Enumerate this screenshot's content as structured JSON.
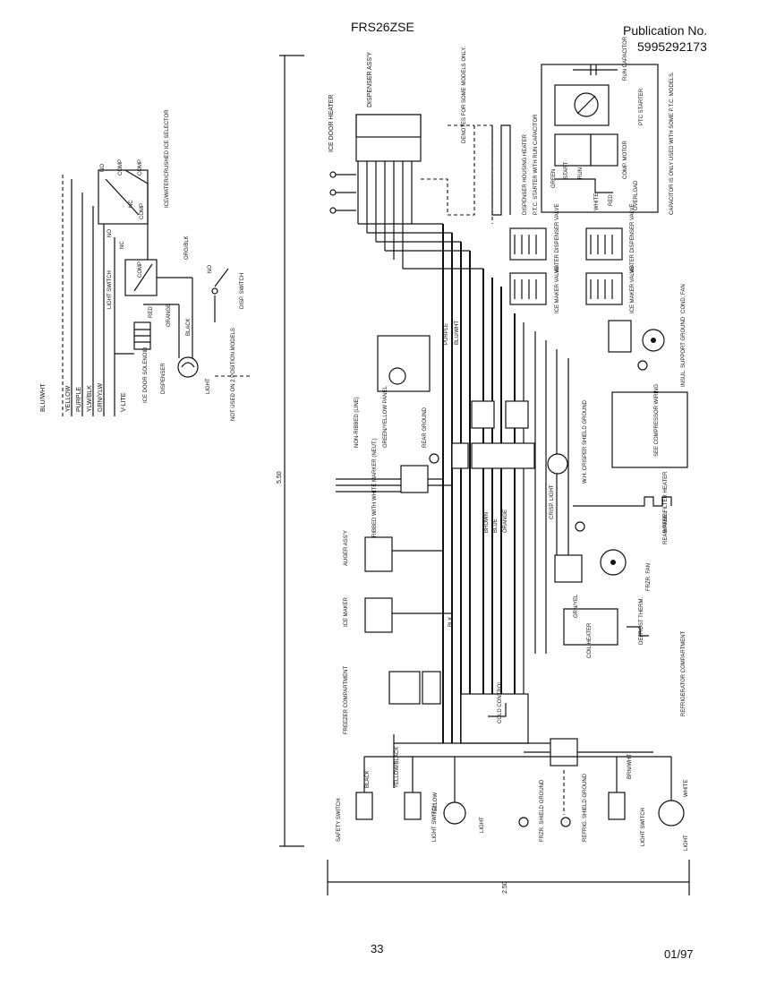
{
  "header": {
    "model": "FRS26ZSE",
    "publication_label": "Publication No.",
    "publication_number": "5995292173"
  },
  "footer": {
    "page": "33",
    "date": "01/97"
  },
  "dimensions": {
    "height": "5.50",
    "width": "2.50"
  },
  "left_diagram": {
    "wires": [
      "BLU/WHT",
      "YELLOW",
      "PURPLE",
      "YLW/BLK",
      "GRN/YLW",
      "V-LITE"
    ],
    "labels": {
      "comp1": "COMP",
      "comp2": "COMP",
      "comp3": "COMP",
      "comp4": "COMP",
      "nc1": "NC",
      "nc2": "NC",
      "no1": "NO",
      "no2": "NO",
      "no3": "NO",
      "selector": "ICE/WATER/CRUSHED ICE SELECTOR",
      "light_switch": "LIGHT SWITCH",
      "org_blk": "ORG/BLK",
      "red": "RED",
      "orange": "ORANGE",
      "black": "BLACK",
      "ice_door_solenoid": "ICE DOOR SOLENOID",
      "dispenser": "DISPENSER",
      "light": "LIGHT",
      "disp_switch": "DISP. SWITCH",
      "note": "NOT USED ON 2 POSITION MODELS"
    }
  },
  "labels": {
    "ice_door_heater": "ICE DOOR HEATER",
    "dispenser_assy": "DISPENSER ASS'Y",
    "some_models": "DENOTES FOR SOME MODELS ONLY.",
    "dispenser_housing_heater": "DISPENSER HOUSING HEATER",
    "ptc_starter": "P.T.C. STARTER WITH RUN CAPACITOR",
    "ptc_starter_short": "PTC STARTER",
    "run_capacitor": "RUN CAPACITOR",
    "start": "START",
    "run": "RUN",
    "comp_motor": "COMP. MOTOR",
    "overload": "OVERLOAD",
    "green": "GREEN",
    "white": "WHITE",
    "red": "RED",
    "capacitor_note": "CAPACITOR IS ONLY USED WITH SOME P.T.C. MODELS.",
    "water_dispenser_valve": "WATER DISPENSER VALVE",
    "water_dispenser_valve_2": "WATER DISPENSER VALVE",
    "ice_maker_valve": "ICE MAKER VALVE",
    "ice_maker_valve_2": "ICE MAKER VALVE",
    "cond_fan": "COND. FAN",
    "insul_support_ground": "INSUL. SUPPORT GROUND",
    "see_compressor_wiring": "SEE COMPRESSOR WIRING",
    "water_filter_heater": "WATER FILTER HEATER",
    "rear_panel": "REAR PANEL",
    "frzr_fan": "FRZR. FAN",
    "defrost_thermo": "DEFROST THERM.",
    "coil_heater": "COIL HEATER",
    "refrigerator_compartment": "REFRIGERATOR COMPARTMENT",
    "freezer_compartment": "FREEZER COMPARTMENT",
    "cold_control": "COLD CONTROL",
    "auger_assy": "AUGER ASS'Y",
    "ice_maker": "ICE MAKER",
    "ribbed_white_marker": "RIBBED WITH WHITE MARKER (NEUT.)",
    "non_ribbed": "NON-RIBBED (LINE)",
    "green_yellow_panel": "GREEN/YELLOW PANEL",
    "rear_ground": "REAR GROUND",
    "crisp_light": "CRISP. LIGHT",
    "white_cross_shield_ground": "W.H. CRISPER SHIELD GROUND",
    "brown": "BROWN",
    "blue": "BLUE",
    "orange": "ORANGE",
    "purple": "PURPLE",
    "blu_wht": "BLU/WHT",
    "yellow_black": "YELLOW/BLACK",
    "safety_switch": "SAFETY SWITCH",
    "black": "BLACK",
    "light_switch": "LIGHT SWITCH",
    "light": "LIGHT",
    "yellow": "YELLOW",
    "frzr_shield_ground": "FRZR. SHIELD GROUND",
    "refrig_shield_ground": "REFRIG. SHIELD GROUND",
    "light_switch_2": "LIGHT SWITCH",
    "light_2": "LIGHT",
    "brn_wht": "BRN/WHT",
    "grn_yel": "GRN/YEL",
    "blk": "BLK",
    "white_2": "WHITE"
  }
}
